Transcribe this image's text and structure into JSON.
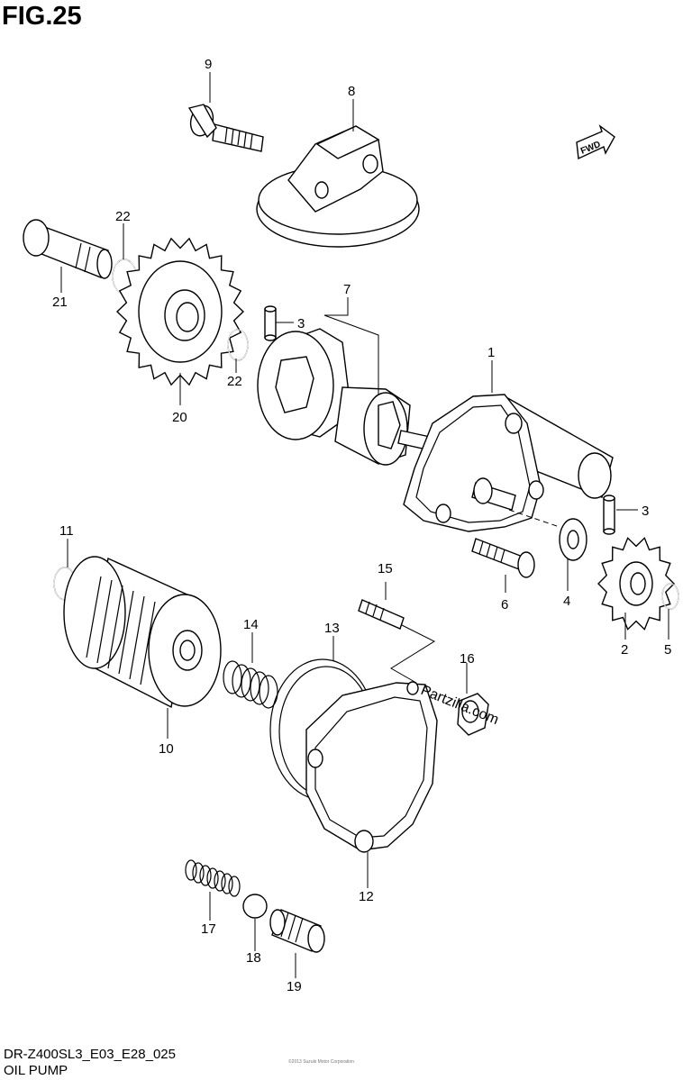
{
  "figure": {
    "title": "FIG.25"
  },
  "footer": {
    "code": "DR-Z400SL3_E03_E28_025",
    "name": "OIL PUMP",
    "copyright": "©2013 Suzuki Motor Corporation"
  },
  "watermark": {
    "text": "Partzilla.com"
  },
  "fwd_arrow": {
    "label": "FWD"
  },
  "callouts": [
    {
      "id": "c1",
      "text": "1"
    },
    {
      "id": "c2",
      "text": "2"
    },
    {
      "id": "c3a",
      "text": "3"
    },
    {
      "id": "c3b",
      "text": "3"
    },
    {
      "id": "c4",
      "text": "4"
    },
    {
      "id": "c5",
      "text": "5"
    },
    {
      "id": "c6",
      "text": "6"
    },
    {
      "id": "c7",
      "text": "7"
    },
    {
      "id": "c8",
      "text": "8"
    },
    {
      "id": "c9",
      "text": "9"
    },
    {
      "id": "c10",
      "text": "10"
    },
    {
      "id": "c11",
      "text": "11"
    },
    {
      "id": "c12",
      "text": "12"
    },
    {
      "id": "c13",
      "text": "13"
    },
    {
      "id": "c14",
      "text": "14"
    },
    {
      "id": "c15",
      "text": "15"
    },
    {
      "id": "c16",
      "text": "16"
    },
    {
      "id": "c17",
      "text": "17"
    },
    {
      "id": "c18",
      "text": "18"
    },
    {
      "id": "c19",
      "text": "19"
    },
    {
      "id": "c20",
      "text": "20"
    },
    {
      "id": "c21",
      "text": "21"
    },
    {
      "id": "c22a",
      "text": "22"
    },
    {
      "id": "c22b",
      "text": "22"
    }
  ]
}
